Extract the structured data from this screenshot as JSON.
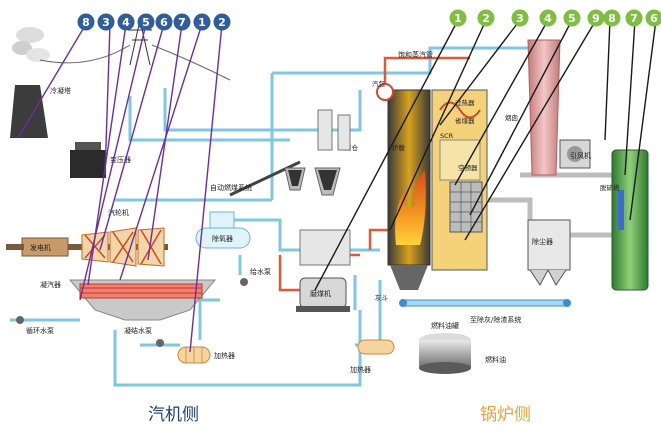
{
  "turbine_side": {
    "caption": "汽机侧",
    "markers": [
      "8",
      "3",
      "4",
      "5",
      "6",
      "7",
      "1",
      "2"
    ],
    "labels": {
      "cooling_tower": "冷凝塔",
      "transformer": "变压器",
      "generator": "发电机",
      "turbine": "汽轮机",
      "condenser": "凝汽器",
      "circ_pump": "循环水泵",
      "cond_pump": "凝结水泵",
      "heater": "加热器",
      "deaerator": "除氧器",
      "feed_pump": "给水泵",
      "coal_system": "自动燃煤系统",
      "coal_bunker": "煤仓",
      "coal_mill": "磨煤机"
    }
  },
  "boiler_side": {
    "caption": "锅炉侧",
    "markers": [
      "1",
      "2",
      "3",
      "4",
      "5",
      "9",
      "8",
      "7",
      "6"
    ],
    "labels": {
      "steam_pipe": "饱和蒸汽管",
      "drum": "汽包",
      "furnace": "炉膛",
      "scr": "SCR",
      "superheater": "过热器",
      "economizer": "省煤器",
      "air_preheater": "空预器",
      "precipitator": "除尘器",
      "id_fan": "引风机",
      "chimney": "烟囱",
      "desulfur_tower": "脱硫塔",
      "ash_system": "至除灰/除渣系统",
      "fuel_tank": "燃料油罐",
      "fuel_oil": "燃料油",
      "heater2": "加热器",
      "ash_hopper": "灰斗"
    }
  },
  "colors": {
    "turbine_marker": "#2f5d9e",
    "boiler_marker": "#7fbf3f",
    "leader_line": "#6b2f9e",
    "water_pipe": "#7ec8e3",
    "steam_pipe": "#e05a3a",
    "boiler_caption": "#e8a23c",
    "turbine_caption": "#1e3f7a"
  }
}
